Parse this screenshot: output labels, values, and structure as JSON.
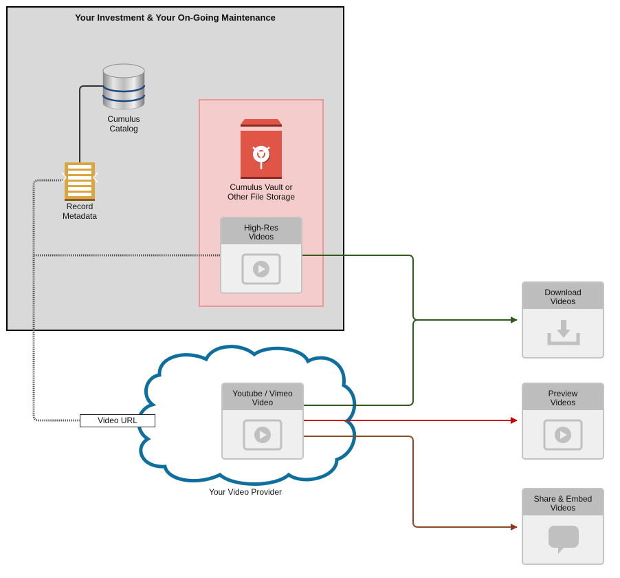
{
  "investment_box": {
    "title": "Your Investment & Your On-Going Maintenance"
  },
  "nodes": {
    "catalog": {
      "line1": "Cumulus",
      "line2": "Catalog",
      "icon": "database-icon"
    },
    "metadata": {
      "line1": "Record",
      "line2": "Metadata",
      "icon": "document-icon"
    },
    "vault": {
      "line1": "Cumulus Vault or",
      "line2": "Other File Storage",
      "icon": "vault-icon"
    },
    "high_res": {
      "title": "High-Res Videos",
      "icon": "play-icon"
    },
    "youtube": {
      "title": "Youtube / Vimeo Video",
      "icon": "play-icon"
    },
    "download": {
      "title": "Download Videos",
      "icon": "download-icon"
    },
    "preview": {
      "title": "Preview Videos",
      "icon": "play-icon"
    },
    "share": {
      "title": "Share & Embed Videos",
      "icon": "speech-bubble-icon"
    }
  },
  "video_url_label": "Video URL",
  "cloud_label": "Your Video Provider",
  "colors": {
    "investment_bg": "#d9d9d9",
    "storage_bg": "#f4cccc",
    "storage_border": "#ea9999",
    "vault_red": "#e05546",
    "metadata_gold": "#dba642",
    "cloud_blue": "#0e6f9f",
    "download_line": "#2f5a1c",
    "preview_line": "#cc0000",
    "share_line": "#8b4a24",
    "card_head": "#bdbdbd",
    "card_body": "#efefef"
  }
}
